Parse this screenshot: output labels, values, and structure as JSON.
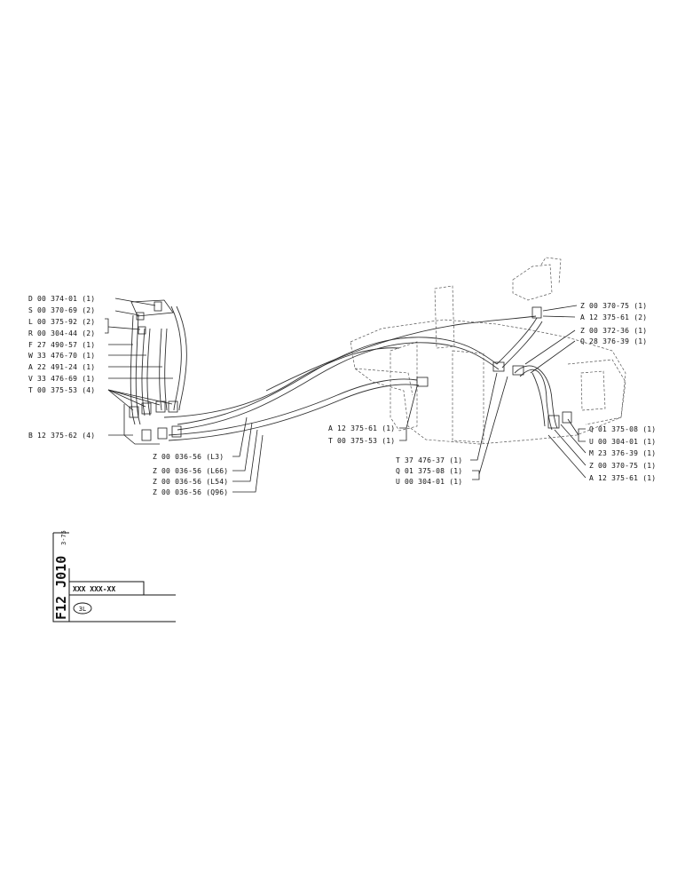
{
  "left_labels": [
    "D 00 374-01 (1)",
    "S 00 370-69 (2)",
    "L 00 375-92 (2)",
    "R 00 304-44 (2)",
    "F 27 490-57 (1)",
    "W 33 476-70 (1)",
    "A 22 491-24 (1)",
    "V 33 476-69 (1)",
    "T 00 375-53 (4)",
    "B 12 375-62 (4)"
  ],
  "bottom_labels": [
    "Z 00 036-56 (L3)",
    "Z 00 036-56 (L66)",
    "Z 00 036-56 (L54)",
    "Z 00 036-56 (Q96)"
  ],
  "mid_labels": [
    "A 12 375-61 (1)",
    "T 00 375-53 (1)",
    "T 37 476-37 (1)",
    "Q 01 375-08 (1)",
    "U 00 304-01 (1)"
  ],
  "right_top_labels": [
    "Z 00 370-75 (1)",
    "A 12 375-61 (2)",
    "Z 00 372-36 (1)",
    "Q 28 376-39 (1)"
  ],
  "right_bottom_labels": [
    "Q 01 375-08 (1)",
    "U 00 304-01 (1)",
    "M 23 376-39 (1)",
    "Z 00 370-75 (1)",
    "A 12 375-61 (1)"
  ],
  "title_block": {
    "code": "F12 J010",
    "sub": "3-75",
    "serial": "XXX XXX-XX",
    "badge": "3L"
  }
}
